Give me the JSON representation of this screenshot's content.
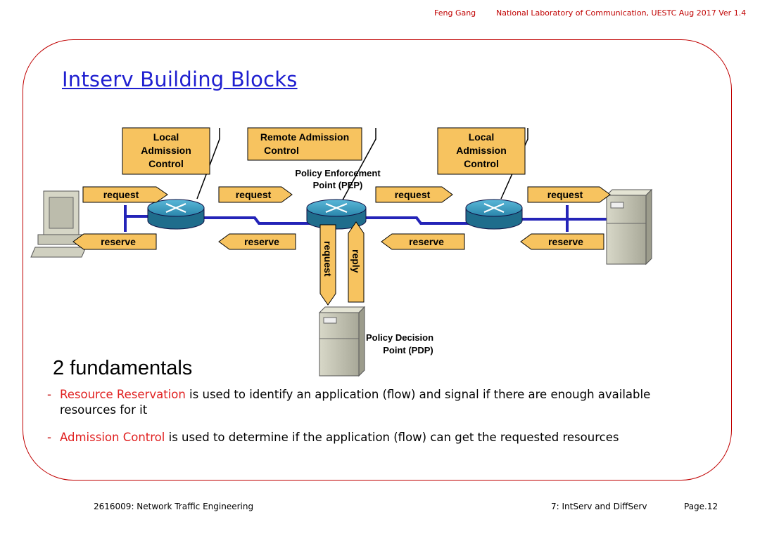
{
  "header": {
    "author": "Feng Gang",
    "institution": "National Laboratory of Communication, UESTC  Aug 2017 Ver 1.4"
  },
  "title": "Intserv Building Blocks",
  "diagram": {
    "boxes": {
      "left_local_admission": [
        "Local",
        "Admission",
        "Control"
      ],
      "remote_admission": [
        "Remote Admission",
        "Control"
      ],
      "right_local_admission": [
        "Local",
        "Admission",
        "Control"
      ]
    },
    "pep_label": [
      "Policy Enforcement",
      "Point (PEP)"
    ],
    "pdp_label": [
      "Policy Decision",
      "Point (PDP)"
    ],
    "arrow_request": "request",
    "arrow_reserve": "reserve",
    "arrow_reply": "reply",
    "colors": {
      "box_fill": "#f7c35f",
      "link": "#2424b8",
      "router": "#2e8fb3",
      "frame": "#c00000"
    }
  },
  "fundamentals": {
    "heading": "2 fundamentals",
    "items": [
      {
        "term": "Resource Reservation",
        "rest": " is used to identify an application (flow) and signal if there are enough available resources for it"
      },
      {
        "term": "Admission Control",
        "rest": " is used to determine if the application (flow) can get the requested resources"
      }
    ]
  },
  "footer": {
    "course": "2616009: Network Traffic Engineering",
    "chapter": "7: IntServ and DiffServ",
    "page": "Page.12"
  }
}
